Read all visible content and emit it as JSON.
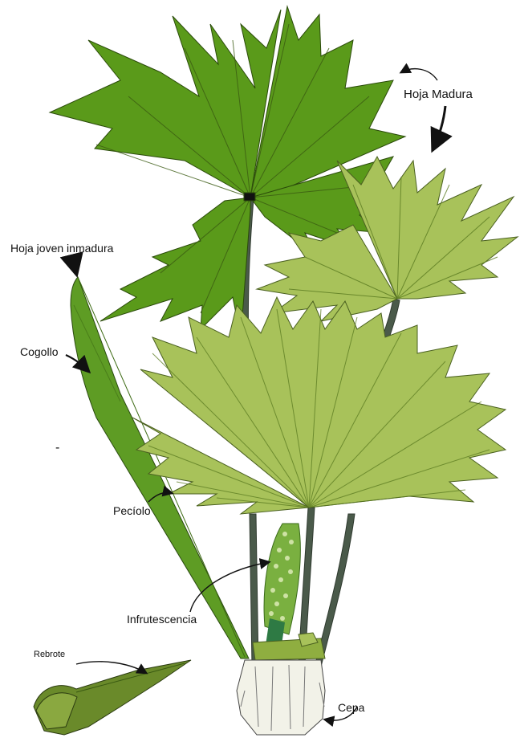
{
  "labels": {
    "mature_leaf": "Hoja Madura",
    "young_leaf": "Hoja joven inmadura",
    "bud": "Cogollo",
    "petiole": "Pecíolo",
    "infructescence": "Infrutescencia",
    "sprout": "Rebrote",
    "stump": "Cepa",
    "stray_mark": "-"
  },
  "colors": {
    "dark_leaf": "#5a9a1a",
    "light_leaf": "#a8c25a",
    "leaf_vein": "#3a5a12",
    "petiole": "#4a5a4a",
    "young_leaf": "#5e9c24",
    "infructescence": "#7ab040",
    "stump": "#f2f2e8",
    "sprout": "#6a8a2a"
  }
}
